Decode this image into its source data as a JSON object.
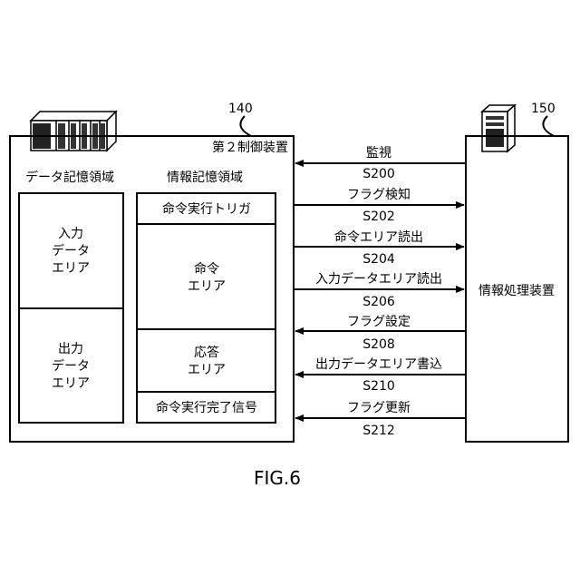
{
  "diagram": {
    "controller": {
      "ref": "140",
      "title": "第２制御装置",
      "data_storage": {
        "title": "データ記憶領域",
        "input_area": [
          "入力",
          "データ",
          "エリア"
        ],
        "output_area": [
          "出力",
          "データ",
          "エリア"
        ]
      },
      "info_storage": {
        "title": "情報記憶領域",
        "trigger": "命令実行トリガ",
        "command_area": [
          "命令",
          "エリア"
        ],
        "response_area": [
          "応答",
          "エリア"
        ],
        "done_signal": "命令実行完了信号"
      }
    },
    "processor": {
      "ref": "150",
      "title": "情報処理装置"
    },
    "steps": [
      {
        "label": "監視",
        "step": "S200"
      },
      {
        "label": "フラグ検知",
        "step": "S202"
      },
      {
        "label": "命令エリア読出",
        "step": "S204"
      },
      {
        "label": "入力データエリア読出",
        "step": "S206"
      },
      {
        "label": "フラグ設定",
        "step": "S208"
      },
      {
        "label": "出力データエリア書込",
        "step": "S210"
      },
      {
        "label": "フラグ更新",
        "step": "S212"
      }
    ],
    "caption": "FIG.6"
  }
}
